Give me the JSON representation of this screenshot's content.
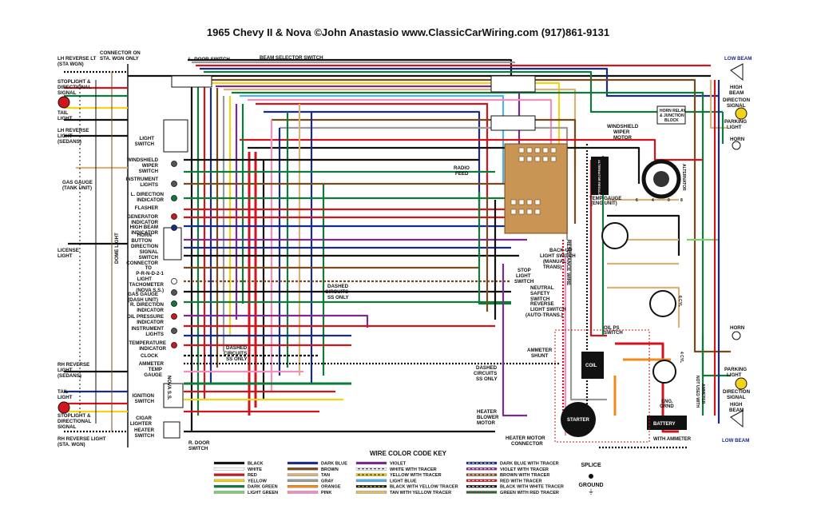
{
  "title": "1965 Chevy II & Nova ©John Anastasio www.ClassicCarWiring.com (917)861-9131",
  "labels": {
    "lh_reverse_lt": "LH REVERSE LT",
    "sta_wgn_1": "(STA WGN)",
    "connector_on": "CONNECTOR ON",
    "sta_wgn_only": "STA. WGN ONLY",
    "stoplight_1": "STOPLIGHT &",
    "directional_1": "DIRECTIONAL",
    "signal_1": "SIGNAL",
    "tail_1": "TAIL",
    "light_1": "LIGHT",
    "lh_reverse": "LH REVERSE",
    "light_2": "LIGHT",
    "sedans_1": "(SEDANS)",
    "gas_gauge": "GAS GAUGE",
    "tank_unit": "(TANK UNIT)",
    "license": "LICENSE",
    "light_3": "LIGHT",
    "dome_light": "DOME LIGHT",
    "rh_reverse": "RH REVERSE",
    "light_4": "LIGHT",
    "sedans_2": "(SEDANS)",
    "tail_2": "TAIL",
    "light_5": "LIGHT",
    "stoplight_2": "STOPLIGHT &",
    "directional_2": "DIRECTIONAL",
    "signal_2": "SIGNAL",
    "rh_reverse_light": "RH REVERSE LIGHT",
    "sta_wgn_2": "(STA. WGN)",
    "l_door_switch": "L. DOOR SWITCH",
    "beam_selector": "BEAM SELECTOR SWITCH",
    "light_switch_1": "LIGHT",
    "light_switch_2": "SWITCH",
    "ws_wiper_1": "WINDSHIELD",
    "ws_wiper_2": "WIPER",
    "ws_wiper_3": "SWITCH",
    "instr_lights_1": "INSTRUMENT",
    "instr_lights_2": "LIGHTS",
    "l_direction_1": "L. DIRECTION",
    "l_direction_2": "INDICATOR",
    "flasher": "FLASHER",
    "gen_ind_1": "GENERATOR",
    "gen_ind_2": "INDICATOR",
    "high_beam_1": "HIGH BEAM",
    "high_beam_2": "INDICATOR",
    "horn_button_1": "HORN",
    "horn_button_2": "BUTTON",
    "dir_sig_sw_1": "DIRECTION",
    "dir_sig_sw_2": "SIGNAL",
    "dir_sig_sw_3": "SWITCH",
    "dir_sig_sw_4": "CONNECTOR",
    "prnd_1": "TO",
    "prnd_2": "P-R-N-D-2-1",
    "prnd_3": "LIGHT",
    "tach_1": "TACHOMETER",
    "tach_2": "(NOVA S.S.)",
    "gasdash_1": "GAS GAUGE",
    "gasdash_2": "(DASH UNIT)",
    "r_direction_1": "R. DIRECTION",
    "r_direction_2": "INDICATOR",
    "oil_press_1": "OIL PRESSURE",
    "oil_press_2": "INDICATOR",
    "instr_lights_3": "INSTRUMENT",
    "instr_lights_4": "LIGHTS",
    "temp_ind_1": "TEMPERATURE",
    "temp_ind_2": "INDICATOR",
    "clock": "CLOCK",
    "ammeter": "AMMETER",
    "temp_gauge_1": "TEMP",
    "temp_gauge_2": "GAUGE",
    "nova_ss_vert": "NOVA S.S.",
    "ignition_1": "IGNITION",
    "ignition_2": "SWITCH",
    "cigar_1": "CIGAR",
    "cigar_2": "LIGHTER",
    "heater_sw_1": "HEATER",
    "heater_sw_2": "SWITCH",
    "r_door_switch_1": "R. DOOR",
    "r_door_switch_2": "SWITCH",
    "dashed_1a": "DASHED",
    "dashed_1b": "CIRCUITS",
    "dashed_1c": "SS ONLY",
    "dashed_2a": "DASHED",
    "dashed_2b": "CIRCUITS",
    "dashed_2c": "SS ONLY",
    "dashed_3a": "DASHED",
    "dashed_3b": "CIRCUITS",
    "dashed_3c": "SS ONLY",
    "radio_feed_1": "RADIO",
    "radio_feed_2": "FEED",
    "stop_light_1": "STOP",
    "stop_light_2": "LIGHT",
    "stop_light_3": "SWITCH",
    "backup_1": "BACK-UP",
    "backup_2": "LIGHT SWITCH",
    "backup_3": "(MANUAL",
    "backup_4": "TRANS)",
    "neutral_1": "NEUTRAL",
    "neutral_2": "SAFETY",
    "neutral_3": "SWITCH",
    "reverse_1": "REVERSE",
    "reverse_2": "LIGHT SWITCH",
    "reverse_3": "(AUTO-TRANS.)",
    "resistance_wire": "RESISTANCE WIRE",
    "ammeter_shunt_1": "AMMETER",
    "ammeter_shunt_2": "SHUNT",
    "heater_blower_1": "HEATER",
    "heater_blower_2": "BLOWER",
    "heater_blower_3": "MOTOR",
    "heater_motor_conn": "HEATER MOTOR",
    "heater_motor_conn_2": "CONNECTOR",
    "ws_wiper_motor_1": "WINDSHIELD",
    "ws_wiper_motor_2": "WIPER",
    "ws_wiper_motor_3": "MOTOR",
    "horn_relay_1": "HORN RELAY",
    "horn_relay_2": "& JUNCTION",
    "horn_relay_3": "BLOCK",
    "alternator": "ALTERNATOR",
    "alt_regulator": "ALTERNATOR REGULATOR",
    "temp_gauge_eng_1": "TEMP GAUGE",
    "temp_gauge_eng_2": "(ENG UNIT)",
    "cyl6": "6 CYL",
    "cyl4": "4 CYL",
    "oil_ps_1": "OIL PS",
    "oil_ps_2": "SWITCH",
    "coil": "COIL",
    "starter": "STARTER",
    "battery": "BATTERY",
    "eng_grnd_1": "ENG.",
    "eng_grnd_2": "GRND",
    "with_ammeter": "WITH AMMETER",
    "not_used": "NOT USED WITH",
    "not_used_2": "AMMETER",
    "low_beam_1": "LOW BEAM",
    "high_beam_r1": "HIGH",
    "high_beam_r2": "BEAM",
    "direction_sig_r1": "DIRECTION",
    "direction_sig_r2": "SIGNAL",
    "parking_r1": "PARKING",
    "parking_r2": "LIGHT",
    "horn_r1": "HORN",
    "horn_r2": "HORN",
    "parking_r3": "PARKING",
    "parking_r4": "LIGHT",
    "direction_sig_r3": "DIRECTION",
    "direction_sig_r4": "SIGNAL",
    "high_beam_r3": "HIGH",
    "high_beam_r4": "BEAM",
    "low_beam_2": "LOW BEAM",
    "g1": "6",
    "g2": "4",
    "g3": "0",
    "g4": "8"
  },
  "key": {
    "title": "WIRE COLOR CODE KEY",
    "col1": [
      {
        "label": "BLACK",
        "c1": "#111111",
        "c2": ""
      },
      {
        "label": "WHITE",
        "c1": "#ffffff",
        "c2": ""
      },
      {
        "label": "RED",
        "c1": "#d0161c",
        "c2": ""
      },
      {
        "label": "YELLOW",
        "c1": "#f3d21a",
        "c2": ""
      },
      {
        "label": "DARK GREEN",
        "c1": "#0f7a3a",
        "c2": ""
      },
      {
        "label": "LIGHT GREEN",
        "c1": "#7ccf6b",
        "c2": ""
      }
    ],
    "col2": [
      {
        "label": "DARK BLUE",
        "c1": "#1a2a8a",
        "c2": ""
      },
      {
        "label": "BROWN",
        "c1": "#7a4a1c",
        "c2": ""
      },
      {
        "label": "TAN",
        "c1": "#d9b27a",
        "c2": ""
      },
      {
        "label": "GRAY",
        "c1": "#9a9a9a",
        "c2": ""
      },
      {
        "label": "ORANGE",
        "c1": "#f08a1c",
        "c2": ""
      },
      {
        "label": "PINK",
        "c1": "#f28fbf",
        "c2": ""
      }
    ],
    "col3": [
      {
        "label": "VIOLET",
        "c1": "#7b2a8c",
        "c2": ""
      },
      {
        "label": "WHITE WITH TRACER",
        "c1": "#ffffff",
        "c2": "#111111"
      },
      {
        "label": "YELLOW WITH TRACER",
        "c1": "#f3d21a",
        "c2": "#111111"
      },
      {
        "label": "LIGHT BLUE",
        "c1": "#4fb4e6",
        "c2": ""
      },
      {
        "label": "BLACK WITH YELLOW TRACER",
        "c1": "#111111",
        "c2": "#f3d21a"
      },
      {
        "label": "TAN WITH YELLOW TRACER",
        "c1": "#d9b27a",
        "c2": "#f3d21a"
      }
    ],
    "col4": [
      {
        "label": "DARK BLUE WITH TRACER",
        "c1": "#1a2a8a",
        "c2": "#ffffff"
      },
      {
        "label": "VIOLET WITH TRACER",
        "c1": "#7b2a8c",
        "c2": "#ffffff"
      },
      {
        "label": "BROWN WITH TRACER",
        "c1": "#7a4a1c",
        "c2": "#ffffff"
      },
      {
        "label": "RED WITH TRACER",
        "c1": "#d0161c",
        "c2": "#ffffff"
      },
      {
        "label": "BLACK WITH WHITE TRACER",
        "c1": "#111111",
        "c2": "#ffffff"
      },
      {
        "label": "GREEN WITH RED TRACER",
        "c1": "#0f7a3a",
        "c2": "#d0161c"
      }
    ],
    "splice": "SPLICE",
    "ground": "GROUND"
  },
  "colors": {
    "black": "#111111",
    "red": "#d0161c",
    "yellow": "#f3d21a",
    "dkgreen": "#0f7a3a",
    "ltgreen": "#7ccf6b",
    "dkblue": "#1a2a8a",
    "brown": "#7a4a1c",
    "tan": "#d9b27a",
    "gray": "#9a9a9a",
    "orange": "#f08a1c",
    "pink": "#f28fbf",
    "violet": "#7b2a8c",
    "ltblue": "#4fb4e6",
    "fusebox": "#c89555"
  }
}
